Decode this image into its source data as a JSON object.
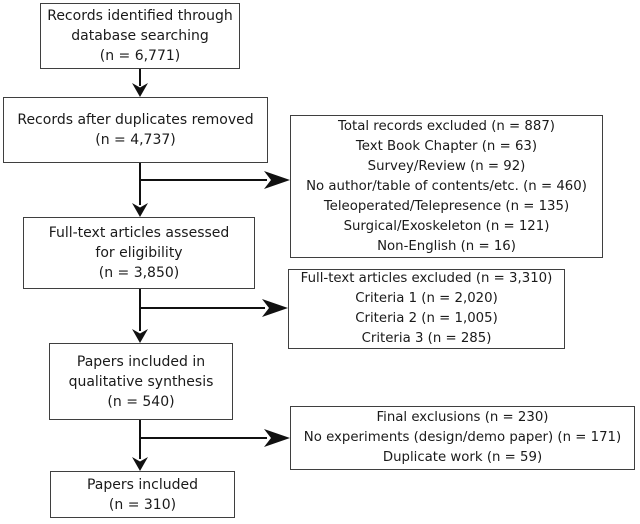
{
  "flowchart": {
    "colors": {
      "background": "#ffffff",
      "box_border": "#3f3f3f",
      "arrow": "#111111",
      "text": "#1a1a1a"
    },
    "boxes": {
      "records_identified": {
        "lines": [
          "Records identified through",
          "database searching",
          "(n = 6,771)"
        ]
      },
      "after_duplicates": {
        "lines": [
          "Records after duplicates removed",
          "(n = 4,737)"
        ]
      },
      "fulltext_assessed": {
        "lines": [
          "Full-text articles assessed",
          "for eligibility",
          "(n = 3,850)"
        ]
      },
      "qualitative_synthesis": {
        "lines": [
          "Papers included in",
          "qualitative synthesis",
          "(n = 540)"
        ]
      },
      "papers_included": {
        "lines": [
          "Papers included",
          "(n = 310)"
        ]
      },
      "records_excluded": {
        "lines": [
          "Total records excluded (n = 887)",
          "Text Book Chapter (n = 63)",
          "Survey/Review (n = 92)",
          "No author/table of contents/etc. (n = 460)",
          "Teleoperated/Telepresence (n = 135)",
          "Surgical/Exoskeleton (n = 121)",
          "Non-English (n = 16)"
        ]
      },
      "fulltext_excluded": {
        "lines": [
          "Full-text articles excluded (n = 3,310)",
          "Criteria 1 (n = 2,020)",
          "Criteria 2 (n = 1,005)",
          "Criteria 3 (n = 285)"
        ]
      },
      "final_exclusions": {
        "lines": [
          "Final exclusions (n = 230)",
          "No experiments (design/demo paper) (n = 171)",
          "Duplicate work (n = 59)"
        ]
      }
    }
  }
}
